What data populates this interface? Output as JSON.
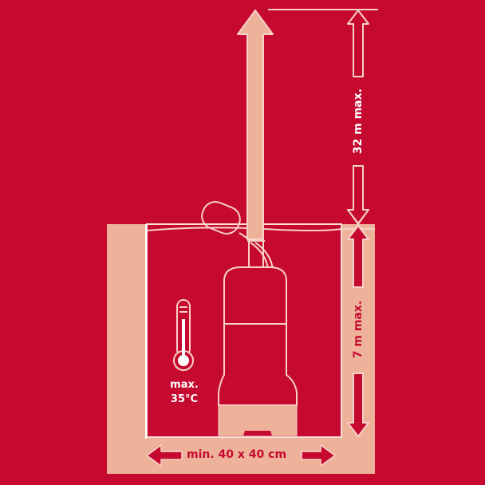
{
  "colors": {
    "background": "#c5092f",
    "peach": "#eeb29a",
    "outline": "#f8d2c8"
  },
  "labels": {
    "delivery_height": "32 m max.",
    "immersion_depth": "7 m max.",
    "shaft_size": "min. 40 x 40 cm",
    "temp_line1": "max.",
    "temp_line2": "35°C"
  },
  "icons": [
    "thermometer-icon",
    "pump-icon",
    "float-switch-icon",
    "up-arrow-icon",
    "double-arrow-icon"
  ]
}
